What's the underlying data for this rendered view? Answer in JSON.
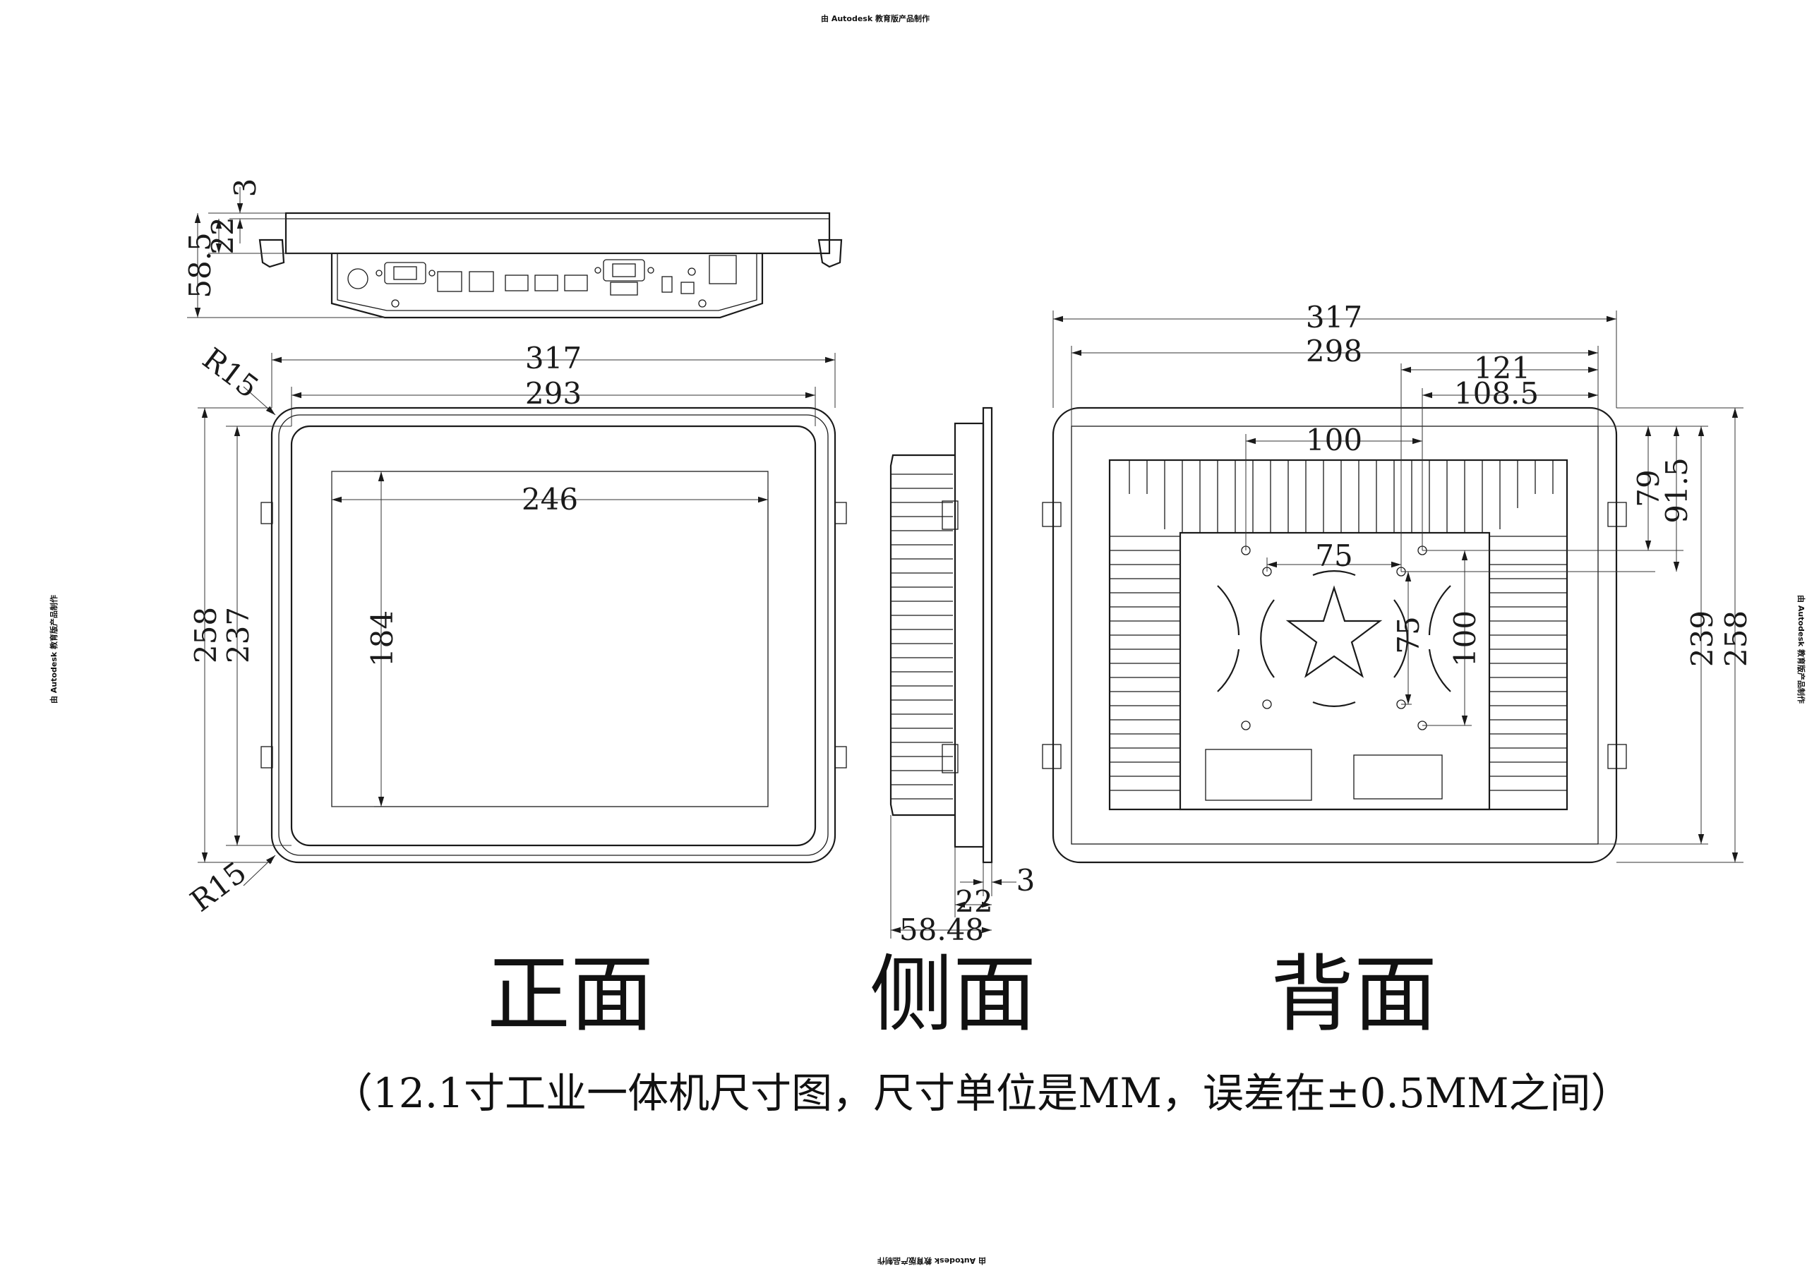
{
  "watermark": "由 Autodesk 教育版产品制作",
  "views": {
    "front_label": "正面",
    "side_label": "侧面",
    "back_label": "背面"
  },
  "caption": "（12.1寸工业一体机尺寸图，尺寸单位是MM，误差在±0.5MM之间）",
  "top_view": {
    "dims": {
      "d3": "3",
      "d22": "22",
      "d58_5": "58.5"
    }
  },
  "front_view": {
    "dims": {
      "width_outer": "317",
      "width_inner": "293",
      "screen_width": "246",
      "height_outer": "258",
      "height_inner": "237",
      "screen_height": "184",
      "radius_top": "R15",
      "radius_bottom": "R15"
    }
  },
  "side_view": {
    "dims": {
      "d3": "3",
      "d22": "22",
      "d58_48": "58.48"
    }
  },
  "back_view": {
    "dims": {
      "width_outer": "317",
      "width_inner": "298",
      "d121": "121",
      "d108_5": "108.5",
      "d100_h": "100",
      "d75_h": "75",
      "d79": "79",
      "d91_5": "91.5",
      "d75_v": "75",
      "d100_v": "100",
      "height_inner": "239",
      "height_outer": "258"
    }
  }
}
